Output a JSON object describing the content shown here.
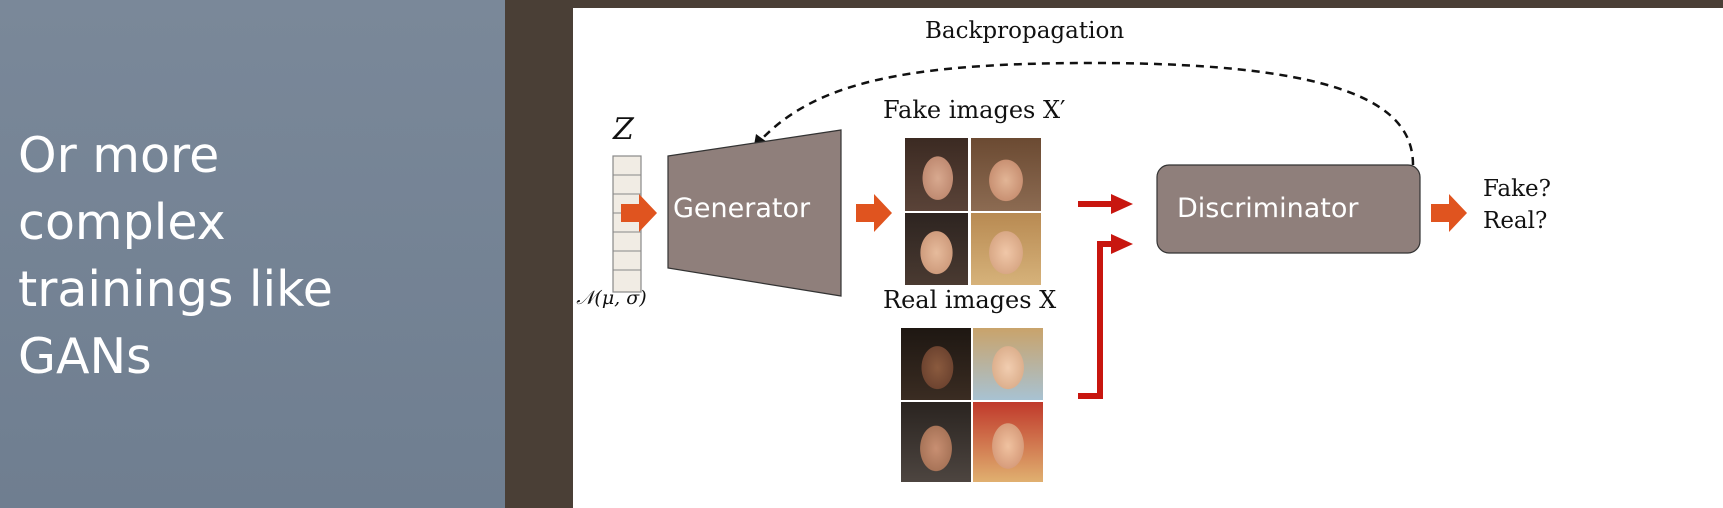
{
  "slide": {
    "lines": [
      "Or more",
      "complex",
      "trainings like",
      "GANs"
    ]
  },
  "diagram": {
    "backprop_label": "Backpropagation",
    "z_label": "Z",
    "z_dist": "Z ~ 𝒩(μ, σ)",
    "generator_label": "Generator",
    "fake_label": "Fake images X′",
    "real_label": "Real images X",
    "discriminator_label": "Discriminator",
    "output_fake": "Fake?",
    "output_real": "Real?"
  },
  "colors": {
    "slide_bg": "#7a8899",
    "frame": "#4a3f36",
    "box": "#8f7f7b",
    "arrow_orange": "#e0541f",
    "arrow_red": "#c8160f"
  }
}
